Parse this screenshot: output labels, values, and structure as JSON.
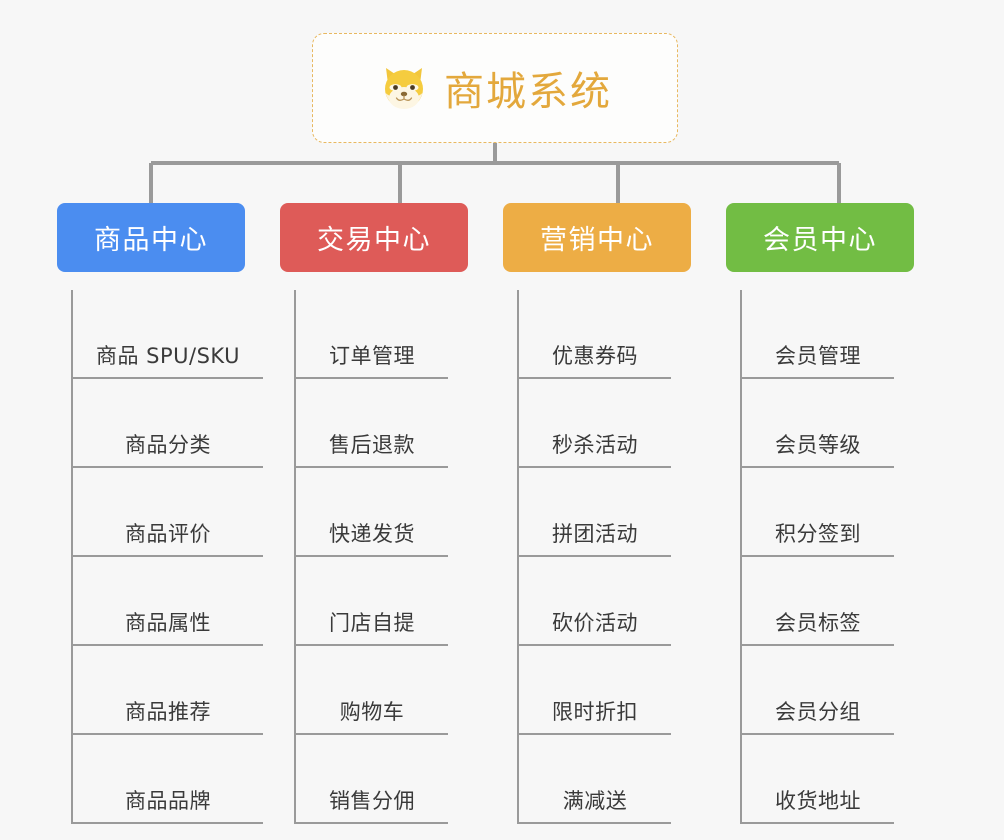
{
  "page": {
    "background_color": "#f7f7f7"
  },
  "root": {
    "icon": "shiba-dog-face-emoji",
    "icon_glyph": "🐶",
    "title": "商城系统",
    "title_color": "#e3a83c",
    "border_color": "#e8b860"
  },
  "categories": [
    {
      "label": "商品中心",
      "color": "#4b8df0",
      "items": [
        "商品 SPU/SKU",
        "商品分类",
        "商品评价",
        "商品属性",
        "商品推荐",
        "商品品牌"
      ]
    },
    {
      "label": "交易中心",
      "color": "#de5b58",
      "items": [
        "订单管理",
        "售后退款",
        "快递发货",
        "门店自提",
        "购物车",
        "销售分佣"
      ]
    },
    {
      "label": "营销中心",
      "color": "#edad45",
      "items": [
        "优惠券码",
        "秒杀活动",
        "拼团活动",
        "砍价活动",
        "限时折扣",
        "满减送"
      ]
    },
    {
      "label": "会员中心",
      "color": "#72bd44",
      "items": [
        "会员管理",
        "会员等级",
        "积分签到",
        "会员标签",
        "会员分组",
        "收货地址"
      ]
    }
  ],
  "connector": {
    "color": "#9a9a9a"
  }
}
